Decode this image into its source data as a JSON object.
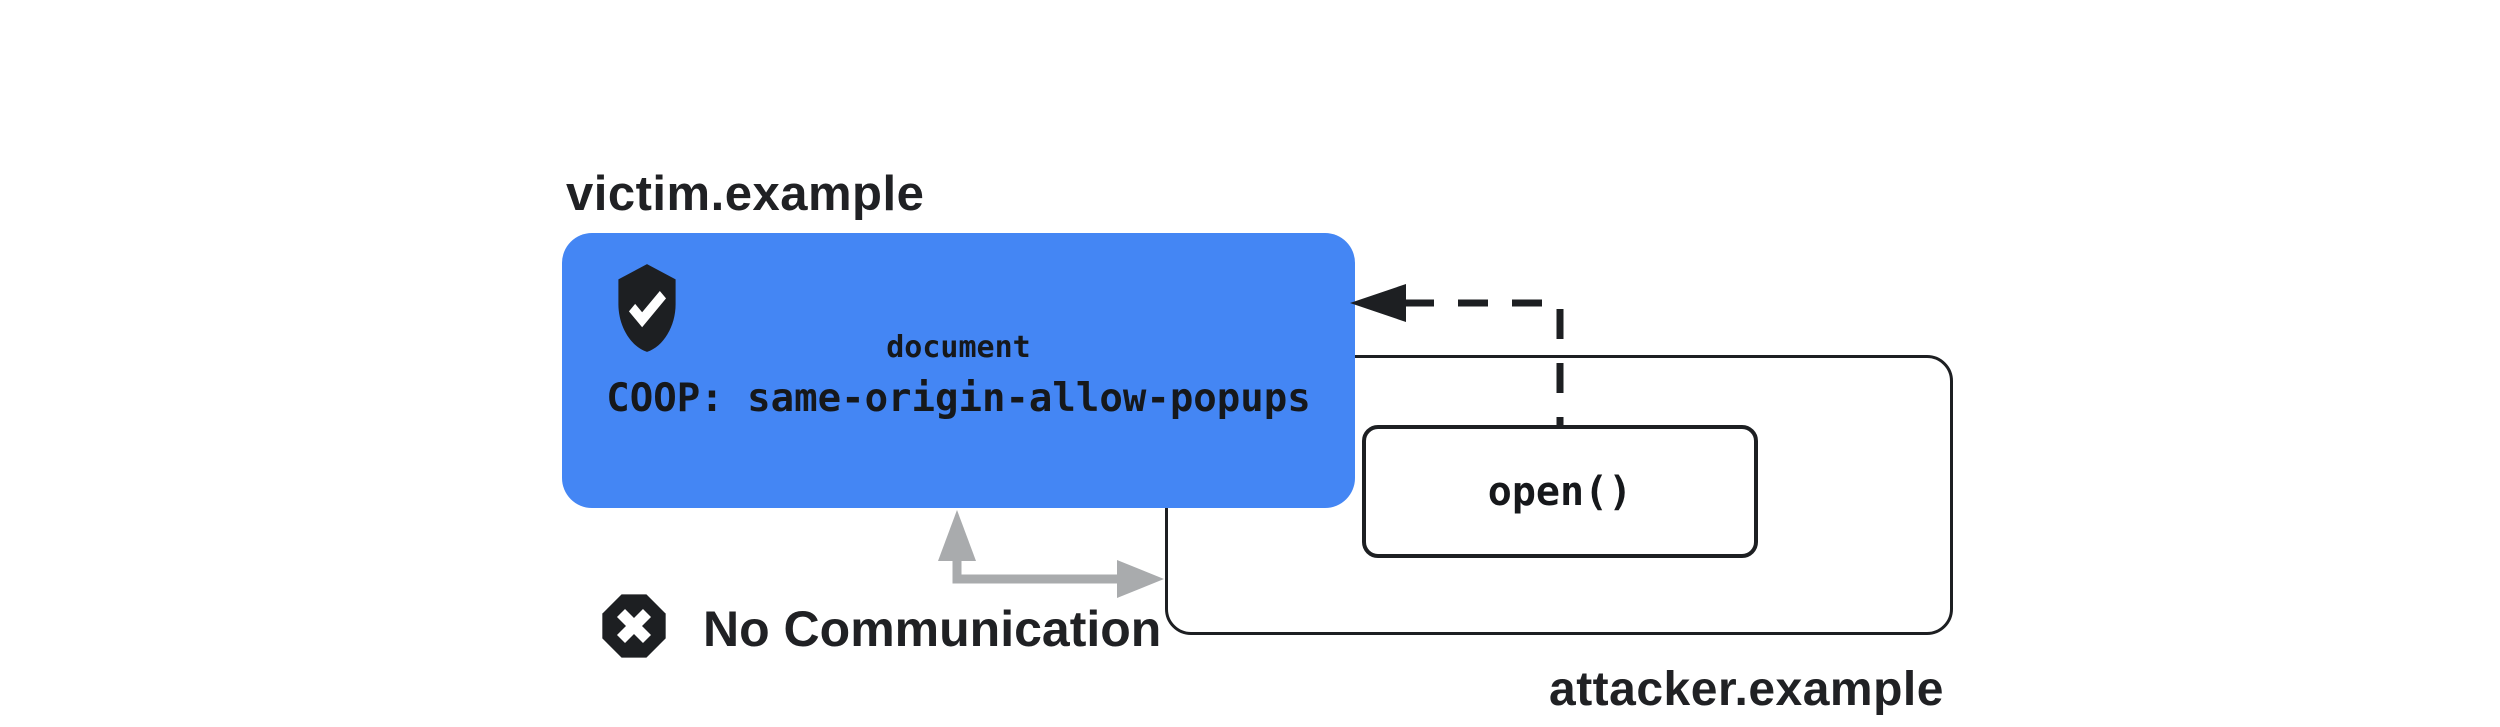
{
  "diagram": {
    "victim_window": {
      "label": "victim.example",
      "doc_line1": "document",
      "doc_line2": "COOP: same-origin-allow-popups"
    },
    "attacker_window": {
      "label": "attacker.example",
      "open_call": "open()"
    },
    "status": {
      "label": "No Communication"
    },
    "icons": {
      "shield": "shield-check-icon",
      "blocked": "x-octagon-icon",
      "popup_arrow": "dashed-arrow-left",
      "blocked_arrow": "gray-elbow-arrow"
    },
    "colors": {
      "victim_fill": "#4486F4",
      "ink": "#1d1f22",
      "gray_arrow": "#a9abad",
      "white": "#ffffff"
    }
  }
}
